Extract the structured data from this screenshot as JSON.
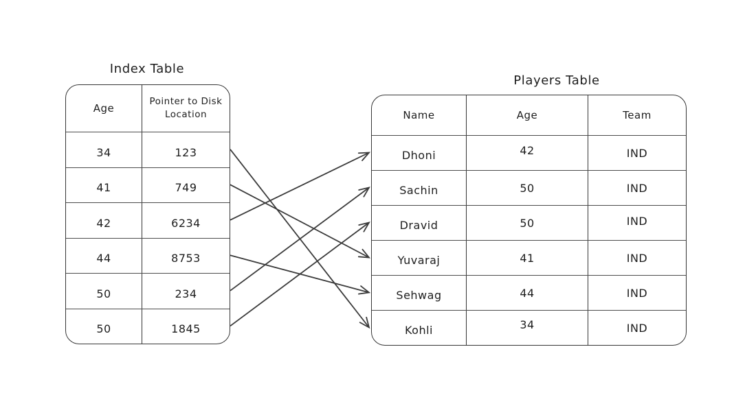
{
  "diagram": {
    "background": "#ffffff",
    "stroke": "#3a3a3a",
    "text_color": "#1d1d1d"
  },
  "index_table": {
    "title": "Index Table",
    "columns": [
      "Age",
      "Pointer to Disk Location"
    ],
    "rows": [
      {
        "age": "34",
        "pointer": "123"
      },
      {
        "age": "41",
        "pointer": "749"
      },
      {
        "age": "42",
        "pointer": "6234"
      },
      {
        "age": "44",
        "pointer": "8753"
      },
      {
        "age": "50",
        "pointer": "234"
      },
      {
        "age": "50",
        "pointer": "1845"
      }
    ]
  },
  "players_table": {
    "title": "Players Table",
    "columns": [
      "Name",
      "Age",
      "Team"
    ],
    "rows": [
      {
        "name": "Dhoni",
        "age": "42",
        "team": "IND"
      },
      {
        "name": "Sachin",
        "age": "50",
        "team": "IND"
      },
      {
        "name": "Dravid",
        "age": "50",
        "team": "IND"
      },
      {
        "name": "Yuvaraj",
        "age": "41",
        "team": "IND"
      },
      {
        "name": "Sehwag",
        "age": "44",
        "team": "IND"
      },
      {
        "name": "Kohli",
        "age": "34",
        "team": "IND"
      }
    ]
  },
  "links": [
    {
      "pointer": "123",
      "player": "Kohli"
    },
    {
      "pointer": "749",
      "player": "Yuvaraj"
    },
    {
      "pointer": "6234",
      "player": "Dhoni"
    },
    {
      "pointer": "8753",
      "player": "Sehwag"
    },
    {
      "pointer": "234",
      "player": "Sachin"
    },
    {
      "pointer": "1845",
      "player": "Dravid"
    }
  ]
}
